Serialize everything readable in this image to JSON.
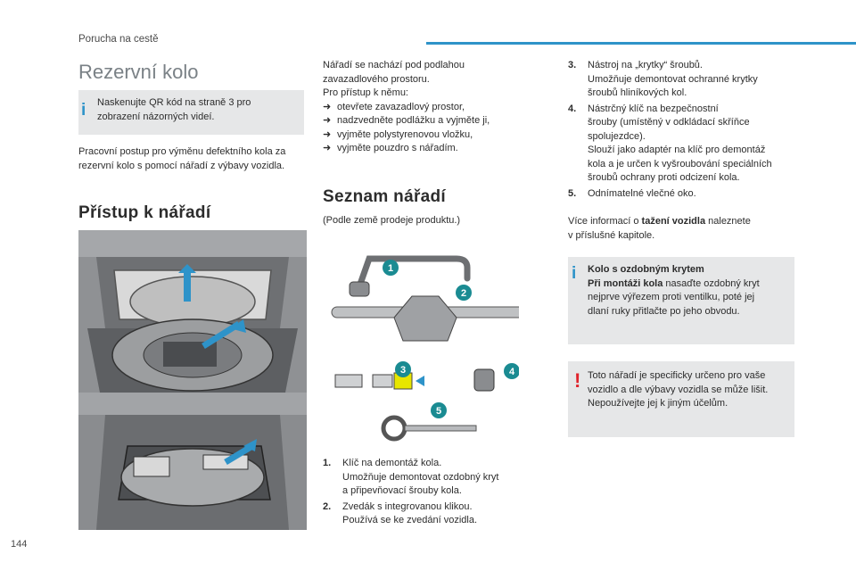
{
  "header": {
    "section": "Porucha na cestě",
    "page_number": "144"
  },
  "title": "Rezervní kolo",
  "qr_note": "Naskenujte QR kód na straně 3 pro zobrazení názorných videí.",
  "intro": "Pracovní postup pro výměnu defektního kola za rezervní kolo s pomocí nářadí z výbavy vozidla.",
  "access": {
    "heading": "Přístup k nářadí",
    "text_lines": [
      "Nářadí se nachází pod podlahou",
      "zavazadlového prostoru.",
      "Pro přístup k němu:"
    ],
    "steps": [
      "otevřete zavazadlový prostor,",
      "nadzvedněte podlážku a vyjměte ji,",
      "vyjměte polystyrenovou vložku,",
      "vyjměte pouzdro s nářadím."
    ]
  },
  "tool_list": {
    "heading": "Seznam nářadí",
    "note": "(Podle země prodeje produktu.)",
    "callouts": [
      "1",
      "2",
      "3",
      "4",
      "5"
    ],
    "items": [
      {
        "num": "1.",
        "lines": [
          "Klíč na demontáž kola.",
          "Umožňuje demontovat ozdobný kryt",
          "a připevňovací šrouby kola."
        ]
      },
      {
        "num": "2.",
        "lines": [
          "Zvedák s integrovanou klikou.",
          "Používá se ke zvedání vozidla."
        ]
      },
      {
        "num": "3.",
        "lines": [
          "Nástroj na „krytky“ šroubů.",
          "Umožňuje demontovat ochranné krytky",
          "šroubů hliníkových kol."
        ]
      },
      {
        "num": "4.",
        "lines": [
          "Nástrčný klíč na bezpečnostní",
          "šrouby (umístěný v odkládací skříňce",
          "spolujezdce).",
          "Slouží jako adaptér na klíč pro demontáž",
          "kola a je určen k vyšroubování speciálních",
          "šroubů ochrany proti odcizení kola."
        ]
      },
      {
        "num": "5.",
        "lines": [
          "Odnímatelné vlečné oko."
        ]
      }
    ]
  },
  "more_info": {
    "prefix": "Více informací o ",
    "link": "tažení vozidla",
    "suffix": " naleznete",
    "line2": "v příslušné kapitole."
  },
  "hubcap_box": {
    "title": "Kolo s ozdobným krytem",
    "bold_lead": "Při montáži kola",
    "lines": [
      " nasaďte ozdobný kryt",
      "nejprve výřezem proti ventilku, poté jej",
      "dlaní ruky přitlačte po jeho obvodu."
    ]
  },
  "warning_box": {
    "lines": [
      "Toto nářadí je specificky určeno pro vaše",
      "vozidlo a dle výbavy vozidla se může lišit.",
      "Nepoužívejte jej k jiným účelům."
    ]
  },
  "colors": {
    "accent": "#2e93c9",
    "callout": "#1a8b92",
    "warning": "#e0232b",
    "box_bg": "#e6e7e8"
  }
}
